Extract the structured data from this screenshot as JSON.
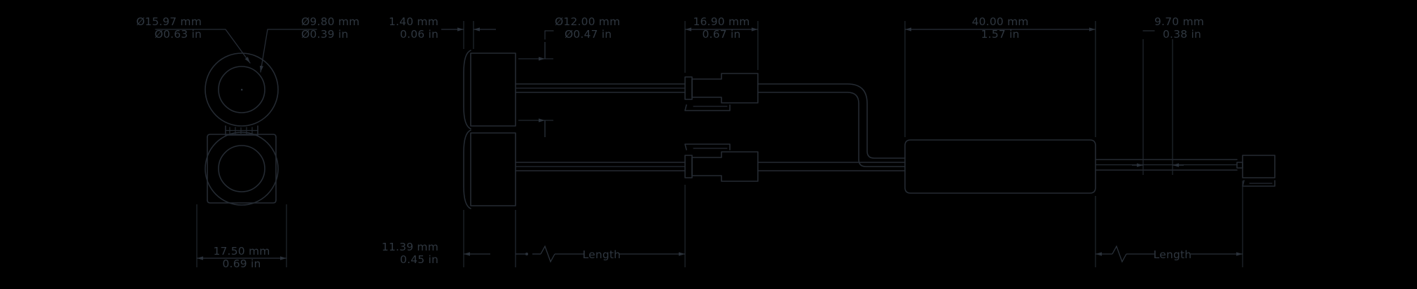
{
  "drawing": {
    "title": "Cable assembly dimensioned technical drawing",
    "background_color": "#000000",
    "line_color": "#252b33",
    "text_color": "#2f3740",
    "units_primary": "mm",
    "units_secondary": "in"
  },
  "views": {
    "front": {
      "name": "front-view"
    },
    "side": {
      "name": "side-assembly-view"
    }
  },
  "dimensions": {
    "outer_diameter": {
      "name": "outer-diameter",
      "mm": "Ø15.97 mm",
      "in": "Ø0.63 in"
    },
    "inner_diameter": {
      "name": "inner-diameter",
      "mm": "Ø9.80 mm",
      "in": "Ø0.39 in"
    },
    "body_width": {
      "name": "body-width",
      "mm": "17.50 mm",
      "in": "0.69 in"
    },
    "flange_thickness": {
      "name": "flange-thickness",
      "mm": "1.40 mm",
      "in": "0.06 in"
    },
    "bore_diameter": {
      "name": "bore-diameter",
      "mm": "Ø12.00 mm",
      "in": "Ø0.47 in"
    },
    "connector_length": {
      "name": "connector-length",
      "mm": "16.90 mm",
      "in": "0.67 in"
    },
    "module_length": {
      "name": "module-length",
      "mm": "40.00 mm",
      "in": "1.57 in"
    },
    "end_connector_length": {
      "name": "end-connector-length",
      "mm": "9.70 mm",
      "in": "0.38 in"
    },
    "housing_depth": {
      "name": "housing-depth",
      "mm": "11.39 mm",
      "in": "0.45 in"
    },
    "cable_length_1": {
      "name": "cable-length-1",
      "label": "Length"
    },
    "cable_length_2": {
      "name": "cable-length-2",
      "label": "Length"
    }
  }
}
